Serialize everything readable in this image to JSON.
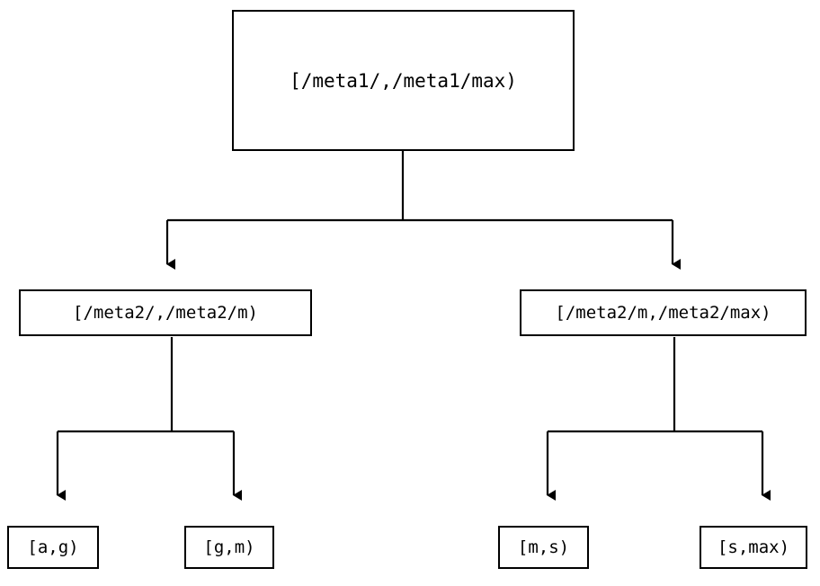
{
  "diagram": {
    "type": "tree",
    "title": "",
    "background_color": "#ffffff",
    "line_color": "#000000",
    "text_color": "#000000",
    "nodes": {
      "root": {
        "label": "[/meta1/,/meta1/max)",
        "level": 0
      },
      "mid_left": {
        "label": "[/meta2/,/meta2/m)",
        "level": 1
      },
      "mid_right": {
        "label": "[/meta2/m,/meta2/max)",
        "level": 1
      },
      "leaves": [
        {
          "label": "[a,g)"
        },
        {
          "label": "[g,m)"
        },
        {
          "label": "[m,s)"
        },
        {
          "label": "[s,max)"
        }
      ]
    },
    "edges": [
      {
        "from": "root",
        "to": "mid_left",
        "arrow": "down-triangle"
      },
      {
        "from": "root",
        "to": "mid_right",
        "arrow": "down-triangle"
      },
      {
        "from": "mid_left",
        "to": "leaf_0",
        "arrow": "down-triangle"
      },
      {
        "from": "mid_left",
        "to": "leaf_1",
        "arrow": "down-triangle"
      },
      {
        "from": "mid_right",
        "to": "leaf_2",
        "arrow": "down-triangle"
      },
      {
        "from": "mid_right",
        "to": "leaf_3",
        "arrow": "down-triangle"
      }
    ]
  }
}
